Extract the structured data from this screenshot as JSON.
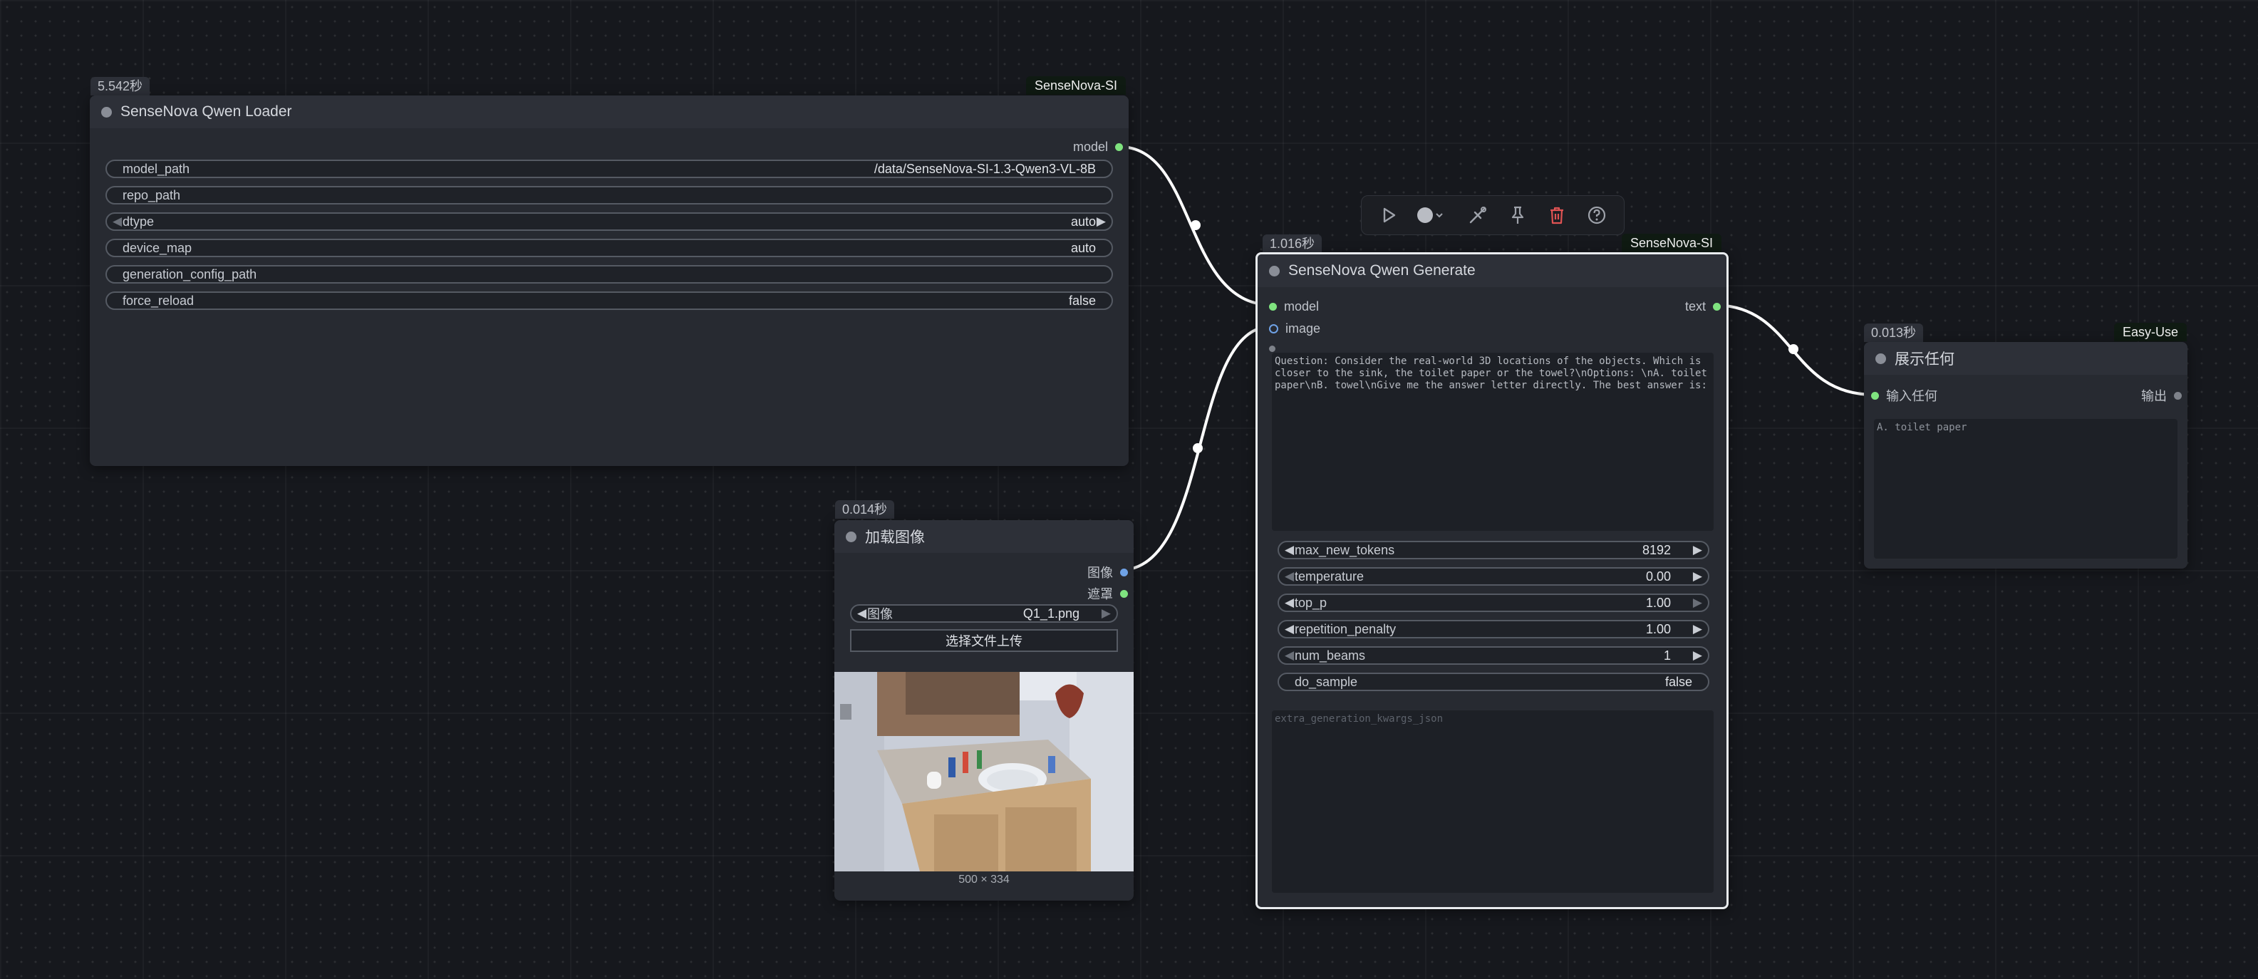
{
  "loader": {
    "time": "5.542秒",
    "source": "SenseNova-SI",
    "title": "SenseNova Qwen Loader",
    "output": "model",
    "widgets": {
      "model_path": {
        "label": "model_path",
        "value": "/data/SenseNova-SI-1.3-Qwen3-VL-8B"
      },
      "repo_path": {
        "label": "repo_path",
        "value": ""
      },
      "dtype": {
        "label": "dtype",
        "value": "auto"
      },
      "device_map": {
        "label": "device_map",
        "value": "auto"
      },
      "generation_config_path": {
        "label": "generation_config_path",
        "value": ""
      },
      "force_reload": {
        "label": "force_reload",
        "value": "false"
      }
    }
  },
  "load_image": {
    "time": "0.014秒",
    "title": "加载图像",
    "outputs": {
      "image": "图像",
      "mask": "遮罩"
    },
    "image_widget": {
      "label": "图像",
      "value": "Q1_1.png"
    },
    "upload_label": "选择文件上传",
    "dimensions": "500 × 334"
  },
  "generate": {
    "time": "1.016秒",
    "source": "SenseNova-SI",
    "title": "SenseNova Qwen Generate",
    "inputs": {
      "model": "model",
      "image": "image"
    },
    "output": "text",
    "prompt": "Question: Consider the real-world 3D locations of the objects. Which is closer to the sink, the toilet paper or the towel?\\nOptions: \\nA. toilet paper\\nB. towel\\nGive me the answer letter directly. The best answer is:",
    "widgets": {
      "max_new_tokens": {
        "label": "max_new_tokens",
        "value": "8192"
      },
      "temperature": {
        "label": "temperature",
        "value": "0.00"
      },
      "top_p": {
        "label": "top_p",
        "value": "1.00"
      },
      "repetition_penalty": {
        "label": "repetition_penalty",
        "value": "1.00"
      },
      "num_beams": {
        "label": "num_beams",
        "value": "1"
      },
      "do_sample": {
        "label": "do_sample",
        "value": "false"
      }
    },
    "extra_placeholder": "extra_generation_kwargs_json"
  },
  "show_any": {
    "time": "0.013秒",
    "source": "Easy-Use",
    "title": "展示任何",
    "input": "输入任何",
    "output": "输出",
    "text": "A. toilet paper"
  },
  "toolbar": {
    "icons": [
      "play-icon",
      "color-circle-icon",
      "bypass-icon",
      "pin-icon",
      "trash-icon",
      "help-icon"
    ],
    "delete_color": "#e05353"
  },
  "colors": {
    "link": "#ffffff",
    "port_model": "#7fe37f",
    "port_image": "#6fa2e6",
    "selected_border": "#e9ecef"
  }
}
